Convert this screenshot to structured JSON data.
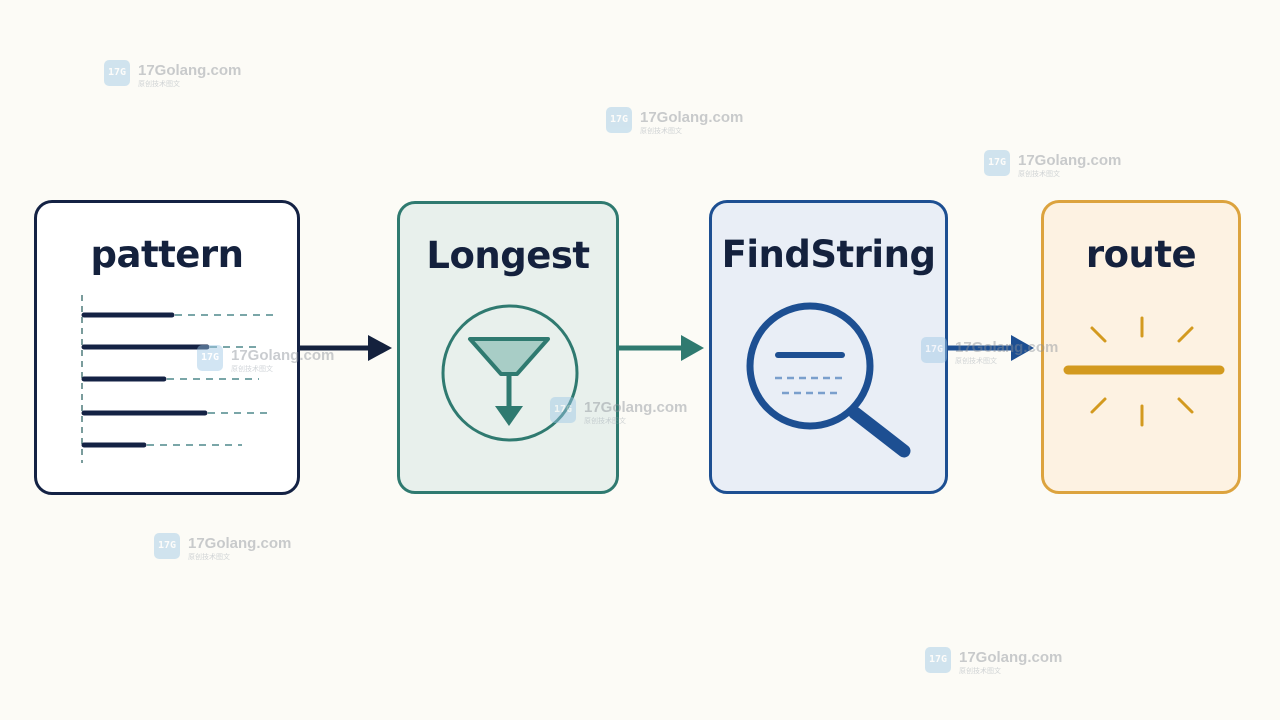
{
  "diagram": {
    "boxes": [
      {
        "id": "pattern",
        "title": "pattern"
      },
      {
        "id": "longest",
        "title": "Longest"
      },
      {
        "id": "findstring",
        "title": "FindString"
      },
      {
        "id": "route",
        "title": "route"
      }
    ],
    "colors": {
      "background": "#fcfbf6",
      "pattern": "#142244",
      "longest": "#2f7a70",
      "findstring": "#1d4f92",
      "route": "#dca33e",
      "title_text": "#14213d"
    },
    "icons": {
      "pattern": "text-lines-icon",
      "longest": "funnel-icon",
      "findstring": "magnifier-icon",
      "route": "highlight-line-icon"
    }
  },
  "watermark": {
    "site": "17Golang.com",
    "subtitle": "原创技术图文",
    "logo_text": "17G"
  }
}
